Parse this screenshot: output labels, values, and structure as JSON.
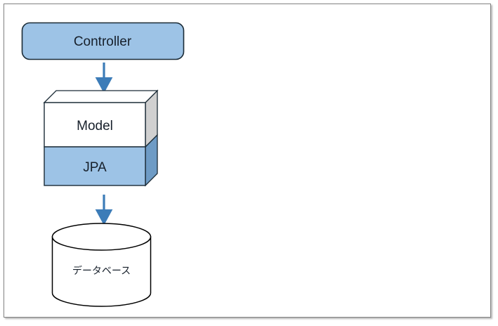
{
  "diagram": {
    "title": "",
    "background_color": "#ffffff",
    "frame_border_color": "#828282",
    "accent_blue": "#9dc3e6",
    "accent_blue_dark": "#6e9bc5",
    "arrow_color": "#3c7cb8",
    "outline_color": "#2f4858",
    "side_gray": "#d0d0d0",
    "nodes": {
      "controller": {
        "label": "Controller",
        "shape": "rounded-rectangle",
        "fill": "#9dc3e6"
      },
      "model": {
        "label": "Model",
        "shape": "cube-top-section",
        "fill": "#ffffff"
      },
      "jpa": {
        "label": "JPA",
        "shape": "cube-bottom-section",
        "fill": "#9dc3e6"
      },
      "database": {
        "label": "データベース",
        "shape": "cylinder",
        "fill": "#ffffff"
      }
    },
    "arrows": [
      {
        "name": "controller-to-model",
        "direction": "down",
        "color": "#3c7cb8"
      },
      {
        "name": "jpa-to-database",
        "direction": "down",
        "color": "#3c7cb8"
      }
    ]
  }
}
